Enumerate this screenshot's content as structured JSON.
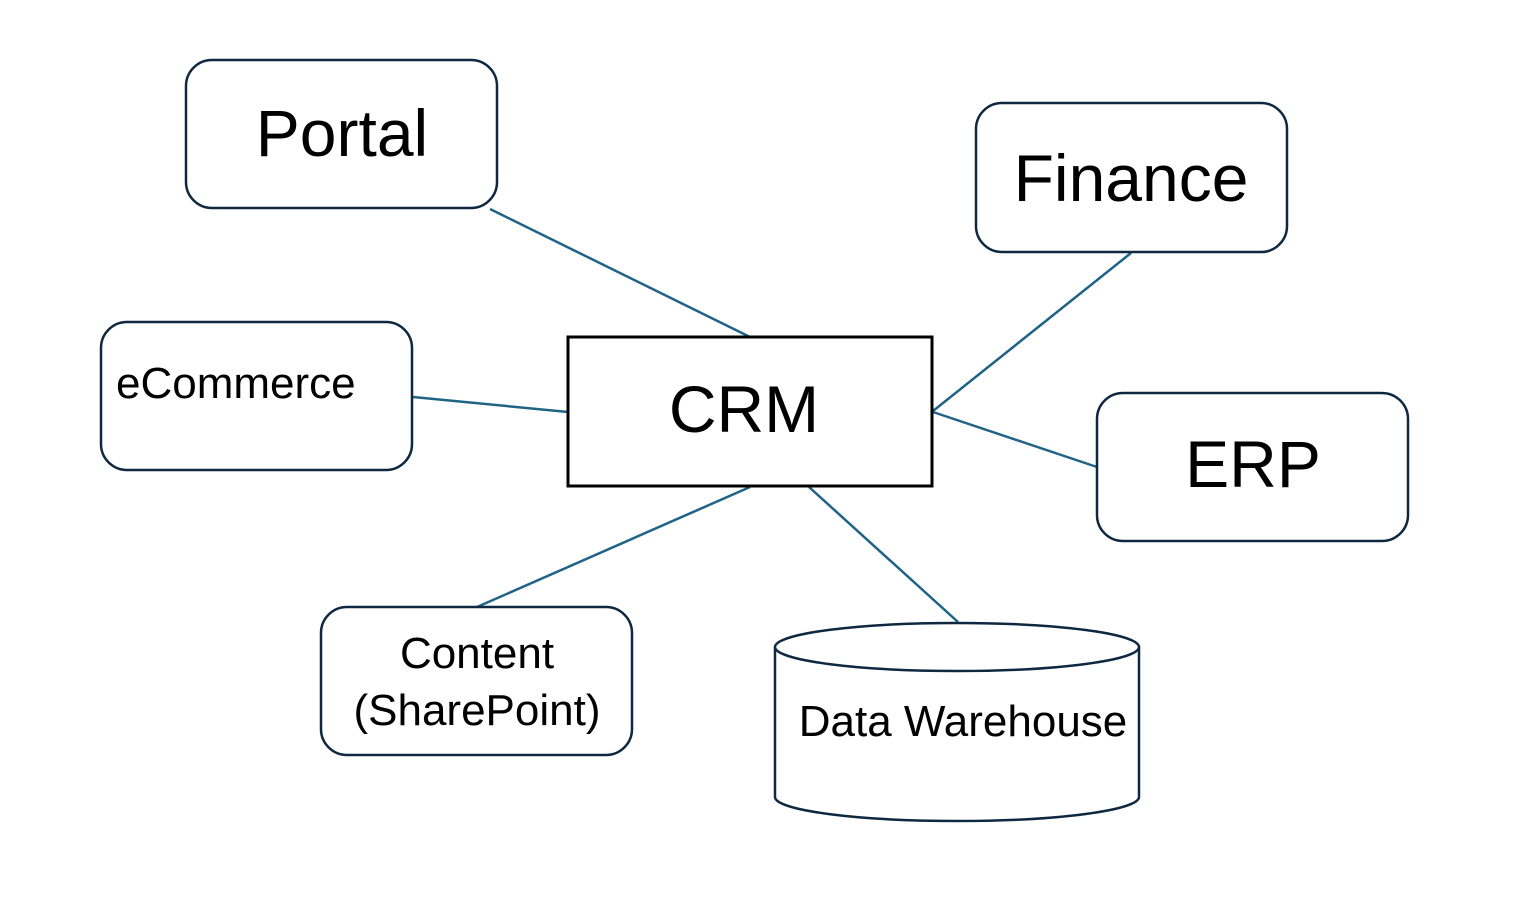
{
  "diagram": {
    "colors": {
      "edge": "#1f6387",
      "node_border": "#0e2841",
      "center_border": "#000000",
      "text": "#000000",
      "background": "#ffffff"
    },
    "center": {
      "id": "crm",
      "label": "CRM",
      "shape": "rectangle"
    },
    "nodes": [
      {
        "id": "portal",
        "label": "Portal",
        "shape": "rounded-rectangle"
      },
      {
        "id": "finance",
        "label": "Finance",
        "shape": "rounded-rectangle"
      },
      {
        "id": "ecommerce",
        "label": "eCommerce",
        "shape": "rounded-rectangle"
      },
      {
        "id": "erp",
        "label": "ERP",
        "shape": "rounded-rectangle"
      },
      {
        "id": "content",
        "label_line1": "Content",
        "label_line2": "(SharePoint)",
        "shape": "rounded-rectangle"
      },
      {
        "id": "data-warehouse",
        "label": "Data Warehouse",
        "shape": "cylinder"
      }
    ],
    "edges": [
      {
        "from": "crm",
        "to": "portal"
      },
      {
        "from": "crm",
        "to": "finance"
      },
      {
        "from": "crm",
        "to": "ecommerce"
      },
      {
        "from": "crm",
        "to": "erp"
      },
      {
        "from": "crm",
        "to": "content"
      },
      {
        "from": "crm",
        "to": "data-warehouse"
      }
    ]
  }
}
